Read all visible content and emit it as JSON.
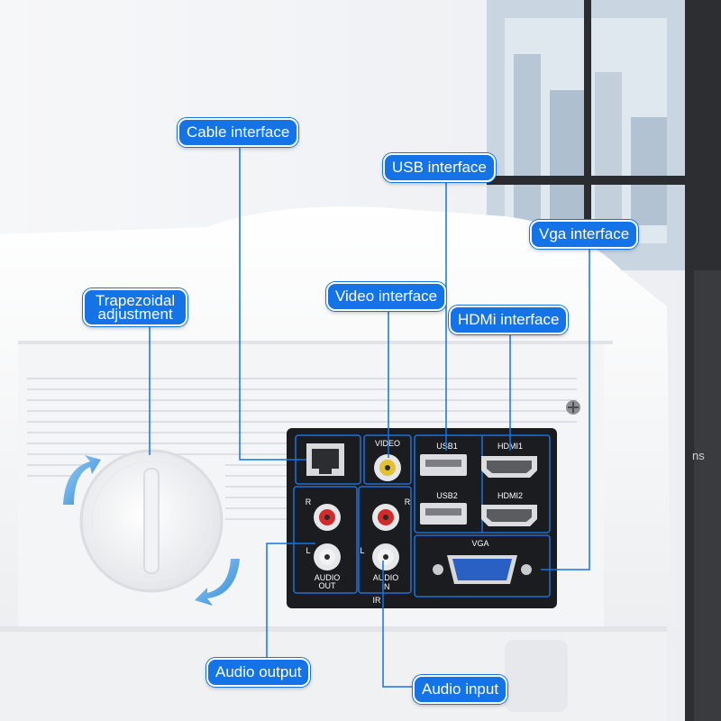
{
  "labels": {
    "cable": "Cable interface",
    "usb": "USB interface",
    "vga": "Vga interface",
    "trapezoid_line1": "Trapezoidal",
    "trapezoid_line2": "adjustment",
    "video": "Video interface",
    "hdmi": "HDMi interface",
    "audio_output": "Audio output",
    "audio_input": "Audio input"
  },
  "panel": {
    "video": "VIDEO",
    "usb1": "USB1",
    "usb2": "USB2",
    "hdmi1": "HDMI1",
    "hdmi2": "HDMI2",
    "vga": "VGA",
    "r_left": "R",
    "l_left": "L",
    "r_right": "R",
    "l_right": "L",
    "audio_out_1": "AUDIO",
    "audio_out_2": "OUT",
    "audio_in_1": "AUDIO",
    "audio_in_2": "IN",
    "ir": "IR"
  },
  "side_text": "ns",
  "colors": {
    "accent": "#1473e6",
    "panel": "#1b1c20",
    "body": "#f7f8fa",
    "window": "#c9d6e2",
    "frame": "#2b2c30"
  }
}
